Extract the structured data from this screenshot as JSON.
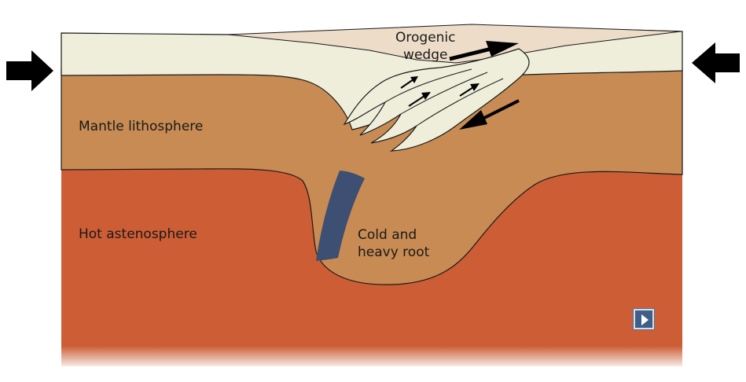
{
  "labels": {
    "mantle_lithosphere": "Mantle lithosphere",
    "hot_asthenosphere": "Hot astenosphere",
    "cold_root_line1": "Cold and",
    "cold_root_line2": "heavy root",
    "orogenic_line1": "Orogenic",
    "orogenic_line2": "wedge"
  },
  "colors": {
    "crust": "#eeeedb",
    "wedge": "#ecdcc8",
    "mantle_lithosphere": "#c78b53",
    "asthenosphere": "#cc5d35",
    "slab": "#3d4f72",
    "arrow": "#000000"
  },
  "icons": {
    "left_arrow": "compression-arrow-right-icon",
    "right_arrow": "compression-arrow-left-icon",
    "play": "play-icon"
  }
}
